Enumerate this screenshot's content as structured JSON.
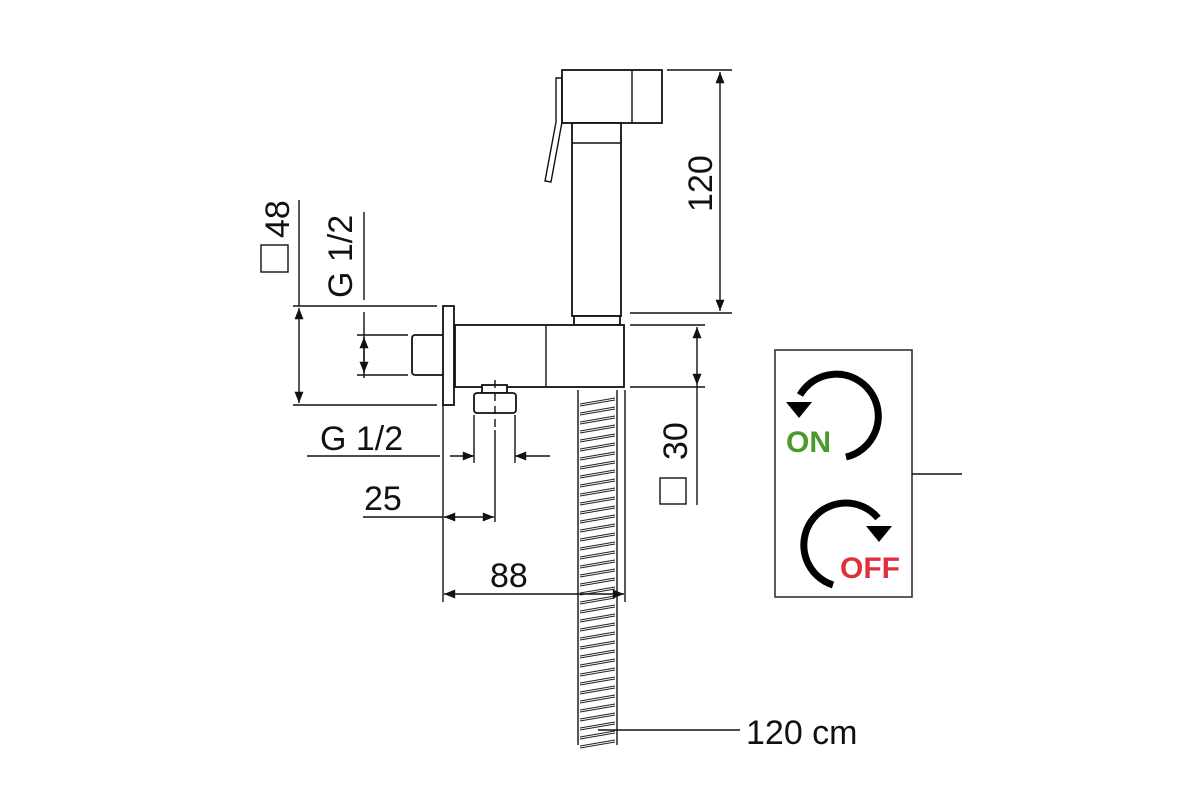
{
  "drawing": {
    "head_height": "120",
    "wall_plate_size": "48",
    "wall_thread": "G 1/2",
    "outlet_thread": "G 1/2",
    "outlet_offset": "25",
    "projection": "88",
    "body_size": "30",
    "hose_length": "120 cm"
  },
  "valve_legend": {
    "on_label": "ON",
    "off_label": "OFF",
    "on_color": "#4a9a2a",
    "off_color": "#e0303c"
  }
}
